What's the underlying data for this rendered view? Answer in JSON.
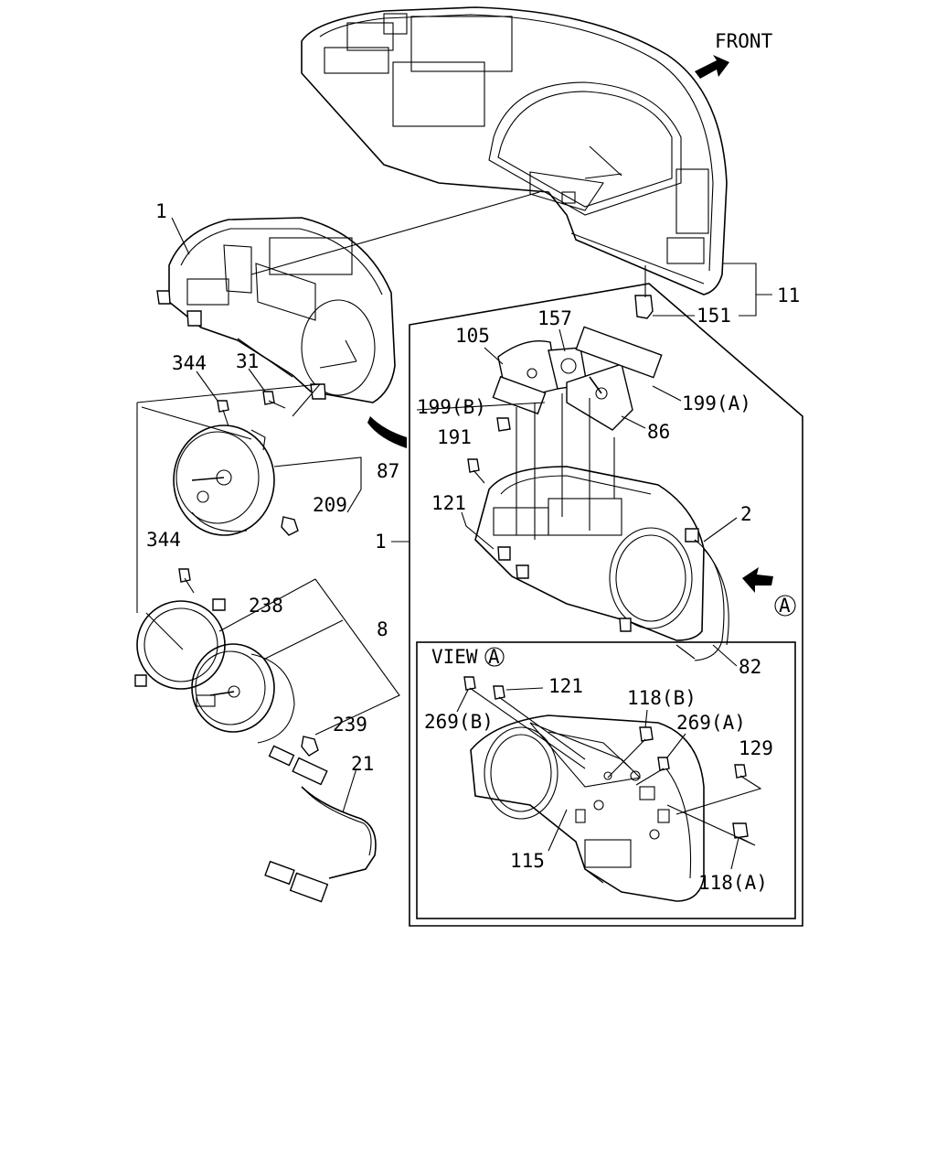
{
  "direction": {
    "label": "FRONT"
  },
  "view": {
    "label": "VIEW",
    "ref": "A"
  },
  "ref_marker": "A",
  "callouts": {
    "c1_top": "1",
    "c1_side": "1",
    "c2": "2",
    "c8": "8",
    "c11": "11",
    "c21": "21",
    "c31": "31",
    "c82": "82",
    "c86": "86",
    "c87": "87",
    "c105": "105",
    "c115": "115",
    "c118a": "118(A)",
    "c118b": "118(B)",
    "c121_left": "121",
    "c121_view": "121",
    "c129": "129",
    "c151": "151",
    "c157": "157",
    "c191": "191",
    "c199a": "199(A)",
    "c199b": "199(B)",
    "c209": "209",
    "c238": "238",
    "c239": "239",
    "c269a": "269(A)",
    "c269b": "269(B)",
    "c344_top": "344",
    "c344_mid": "344"
  }
}
